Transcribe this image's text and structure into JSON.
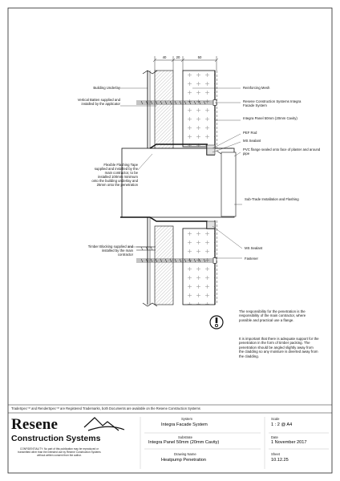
{
  "drawing": {
    "dimensions": [
      "40",
      "20",
      "50"
    ],
    "labels": {
      "building_underlay": "Building Underlay",
      "vertical_batten": "Vertical Batten supplied and installed by the applicator",
      "flashing_tape": "Flexible Flashing Tape supplied and installed by the main contractor, to be installed 100mm minimum onto the building underlay and 25mm onto the penetration",
      "timber_blocking": "Timber Blocking supplied and installed by the main contractor",
      "reinforcing_mesh": "Reinforcing Mesh",
      "resene_system": "Resene Construction Systems Integra Facade System",
      "integra_panel": "Integra Panel 50mm (20mm Cavity)",
      "pef_rod": "PEF Rod",
      "ms_sealant_top": "MS Sealant",
      "pvc_flange": "PVC flange sealed onto face of plaster and around pipe",
      "subtrade": "Sub-Trade Installation and Flashing",
      "ms_sealant_bottom": "MS Sealant",
      "fastener": "Fastener"
    },
    "notes": [
      "The responsibility for the penetration is the responsibility of the main contractor, where possible and practical use a flange.",
      "It is important that there is adequate support for the penetration in the form of timber packing. The penetration should be angled slightly away from the cladding so any moisture is diverted away from the cladding."
    ]
  },
  "footer_text": "TradeSpec™ and RenderSpec™ are Registered Trademarks, both Documents are available on the Resene Construction Systems",
  "title_block": {
    "brand_line1": "Resene",
    "brand_line2": "Construction Systems",
    "confidentiality": "CONFIDENTIALITY: No part of this publication may be reproduced or transmitted other than the intended use by Resene Construction Systems without written consent from the author.",
    "system_label": "System",
    "system_value": "Integra Facade System",
    "substrate_label": "Substrate",
    "substrate_value": "Integra Panel 50mm (20mm Cavity)",
    "drawing_name_label": "Drawing Name",
    "drawing_name_value": "Heatpump Penetration",
    "scale_label": "Scale",
    "scale_value": "1 : 2 @ A4",
    "date_label": "Date",
    "date_value": "1 November 2017",
    "sheet_label": "Sheet",
    "sheet_value": "10.12.25"
  }
}
